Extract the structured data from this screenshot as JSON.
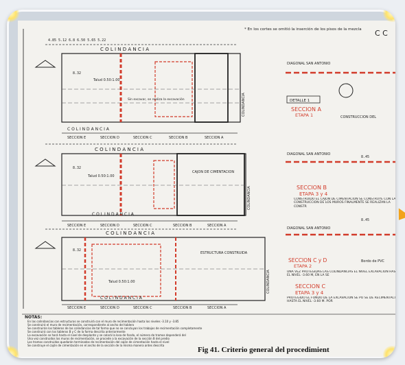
{
  "header_note": "* En los cortes se omitió la inserción de los pisos de la mezcla",
  "top_right_label": "C C",
  "plans": [
    {
      "colindancia_top": "C O L I N D A N C I A",
      "colindancia_bottom": "C O L I N D A N C I A",
      "talud": "Talud 0.50:1.00",
      "note": "Sin excavar, se realiza la excavación",
      "sections": [
        "SECCION E",
        "SECCION D",
        "SECCION C",
        "SECCION B",
        "SECCION A"
      ],
      "level_left": "8.32",
      "side": "COLINDANCIA"
    },
    {
      "colindancia_top": "C O L I N D A N C I A",
      "colindancia_bottom": "C O L I N D A N C I A",
      "talud": "Talud 0.50:1.00",
      "note": "CAJON DE CIMENTACION",
      "sections": [
        "SECCION E",
        "SECCION D",
        "SECCION C",
        "SECCION B",
        "SECCION A"
      ],
      "level_left": "8.32",
      "side": "COLINDANCIA"
    },
    {
      "colindancia_top": "C O L I N D A N C I A",
      "colindancia_bottom": "C O L I N D A N C I A",
      "talud": "Talud 0.50:1.00",
      "note": "ESTRUCTURA CONSTRUIDA",
      "sections": [
        "SECCION E",
        "SECCION D",
        "SECCION C",
        "SECCION B",
        "SECCION A"
      ],
      "level_left": "8.32",
      "side": "COLINDANCIA"
    }
  ],
  "right_panel": {
    "section_a": "SECCION A",
    "etapa_1": "ETAPA 1",
    "construccion": "CONSTRUCCION DEL",
    "detalle": "DETALLE 1",
    "diagonal": "DIAGONAL SAN ANTONIO",
    "section_b": "SECCION B",
    "etapa_34": "ETAPA 3 y 4",
    "text_b": "CONSTRUIDO EL CAJON DE CIMENTACION SE CONSTRUYE CON LA CONSTRUCCION DE LOS MUROS FINALMENTE SE REALIZAN LA CONSTR",
    "section_cd": "SECCION C y D",
    "etapa_2": "ETAPA 2",
    "text_cd": "UNA VEZ PROTEGIDAS LAS COLINDANCIAS EL NIVEL EXCAVACION HASTA EL NIVEL -3.60 M, EN LA SE",
    "section_c": "SECCION C",
    "etapa_34b": "ETAPA 3 y 4",
    "text_c": "PROTEGIDO EL FONDO DE LA EXCAVACION SE PO SE DE RECIMENTACION HASTA EL NIVEL -3.60 M. POR",
    "bordo": "Bordo de PVC",
    "level": "8.45"
  },
  "notes_title": "NOTAS:",
  "notes": [
    "En las colindancias con estructuras se construirá con el muro de recimentación hasta los niveles -3.10 y -3.85",
    "Se construirá el muro de recimentación, correspondiente al ancho del tablero",
    "Se construirán los tableros de las colindancias de tal forma que no se concluyan los trabajos de recimentación completamente",
    "Se construirá con los tableros B y C de la forma descrita anteriormente",
    "La excavación se hará hasta el nivel de desplante y se colará la losa de fondo, el número de tramos dependerá del",
    "Una vez construidos los muros de recimentación, se procede a la excavación de la sección B del predio",
    "Los tramos construidos quedarán terminados de recimentación del cajón de cimentación hasta el nivel",
    "Se construye el cajón de cimentación en el ancho de la sección de la misma manera antes descrita"
  ],
  "caption": "Fig 41. Criterio general del procedimient",
  "colors": {
    "red": "#d23b2a",
    "orange": "#f2a31b",
    "ink": "#222222",
    "paper": "#f3f2ee"
  }
}
